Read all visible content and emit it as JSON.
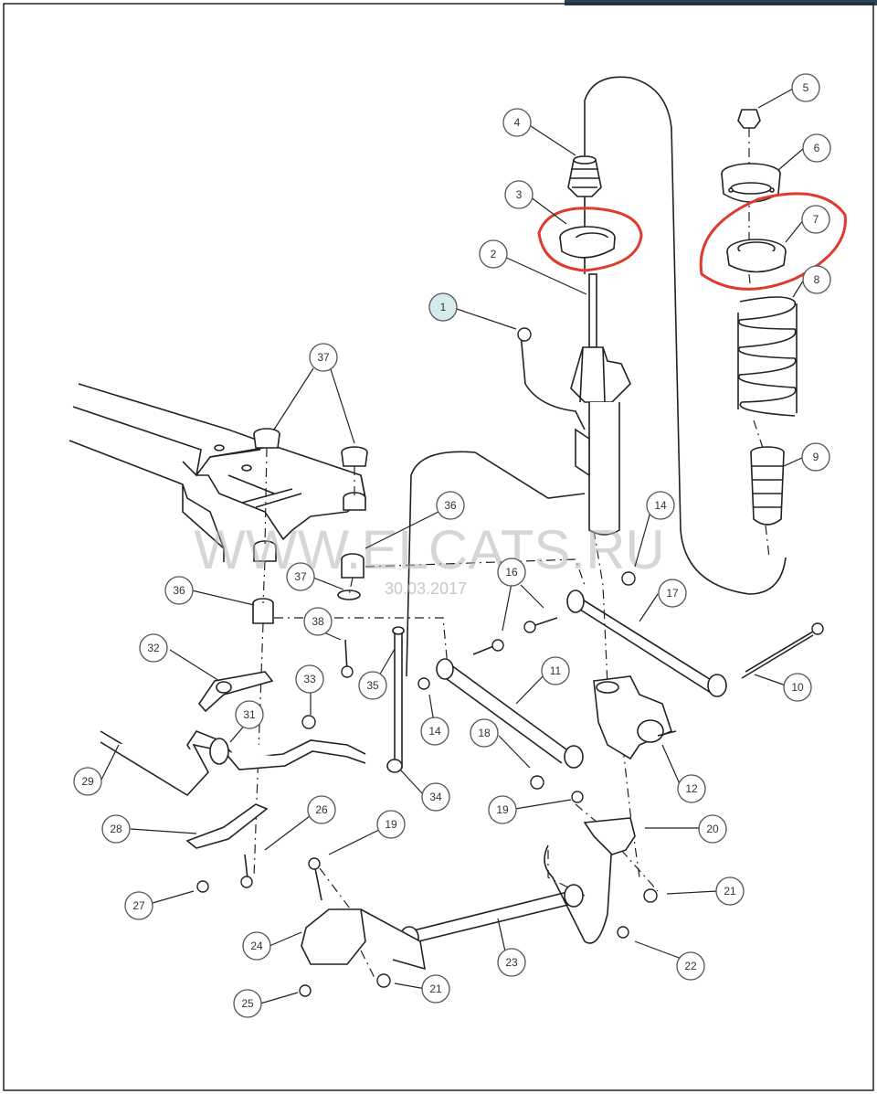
{
  "watermark": {
    "site": "WWW.ELCATS.RU",
    "date": "30.03.2017"
  },
  "highlight_color": "#e03a2f",
  "selected_callout": "1",
  "callouts": [
    "1",
    "2",
    "3",
    "4",
    "5",
    "6",
    "7",
    "8",
    "9",
    "10",
    "11",
    "12",
    "14",
    "14",
    "16",
    "17",
    "18",
    "19",
    "19",
    "20",
    "21",
    "21",
    "22",
    "23",
    "24",
    "25",
    "26",
    "27",
    "28",
    "29",
    "31",
    "32",
    "33",
    "34",
    "35",
    "36",
    "36",
    "37",
    "37",
    "38"
  ],
  "highlighted_parts": [
    "3",
    "7"
  ]
}
